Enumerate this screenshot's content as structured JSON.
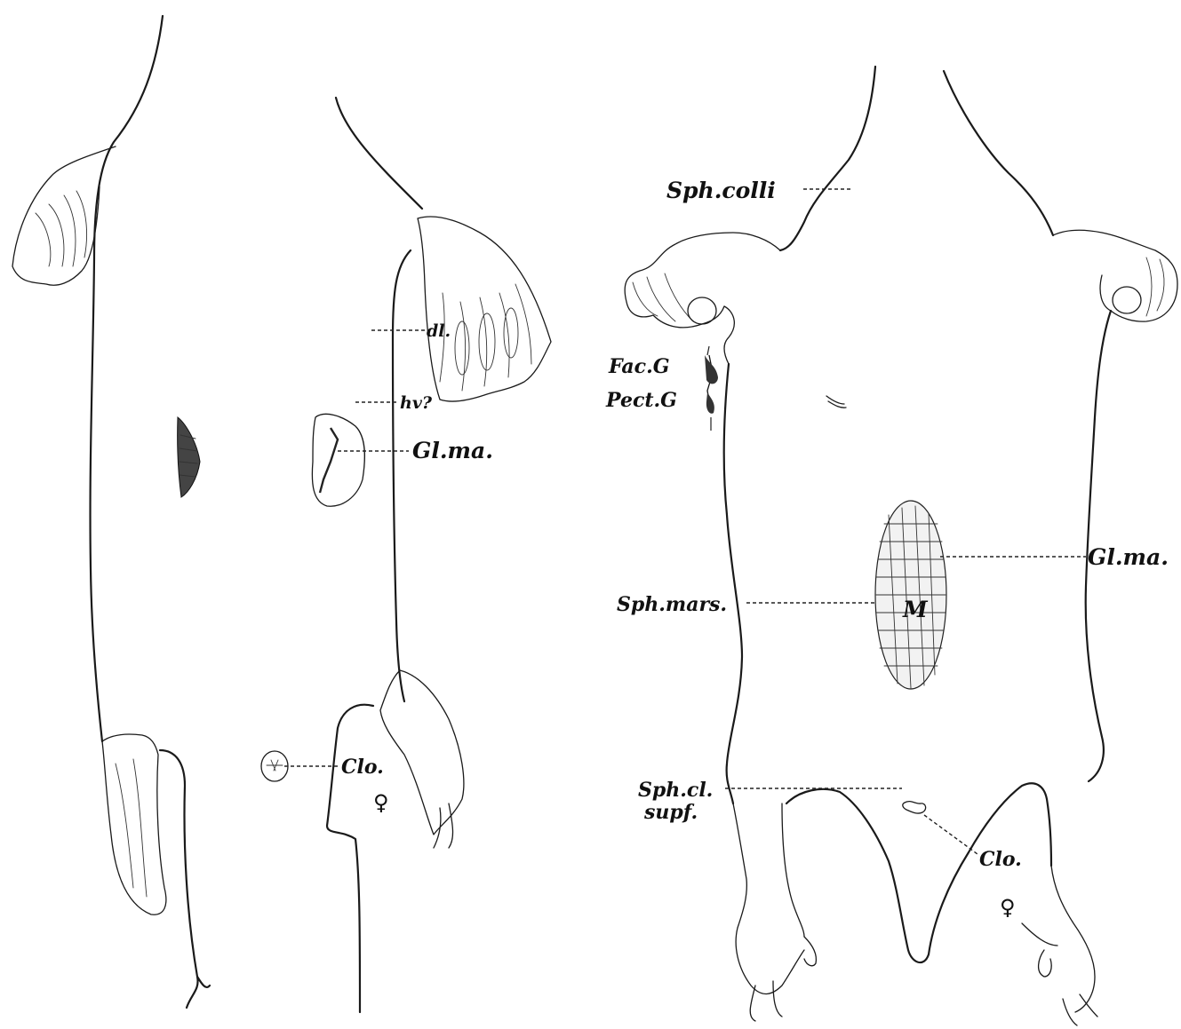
{
  "labels": {
    "left": {
      "dl": "dl.",
      "hv": "hv?",
      "gl_ma": "Gl.ma.",
      "clo": "Clo.",
      "female": "♀"
    },
    "right": {
      "sph_colli": "Sph.colli",
      "fac_g": "Fac.G",
      "pect_g": "Pect.G",
      "gl_ma": "Gl.ma.",
      "sph_mars": "Sph.mars.",
      "m": "M",
      "sph_cl": "Sph.cl.",
      "supf": "supf.",
      "clo": "Clo.",
      "female": "♀"
    }
  }
}
